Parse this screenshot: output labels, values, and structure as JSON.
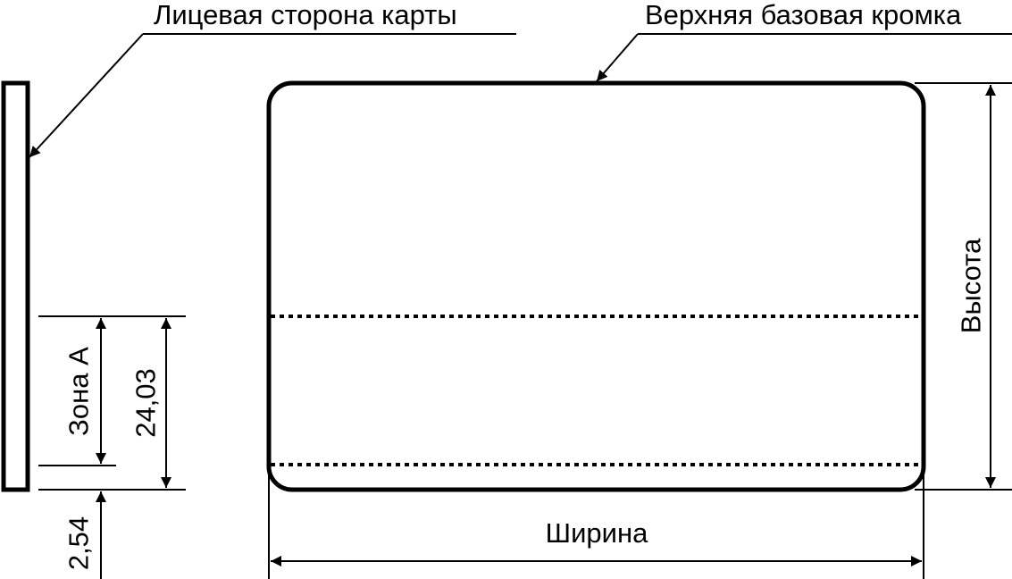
{
  "labels": {
    "face_side": "Лицевая сторона карты",
    "top_edge": "Верхняя базовая кромка",
    "height": "Высота",
    "width": "Ширина",
    "zone_a": "Зона А",
    "dim_zone": "24,03",
    "dim_offset": "2,54"
  },
  "colors": {
    "line": "#000000",
    "background": "#ffffff"
  }
}
